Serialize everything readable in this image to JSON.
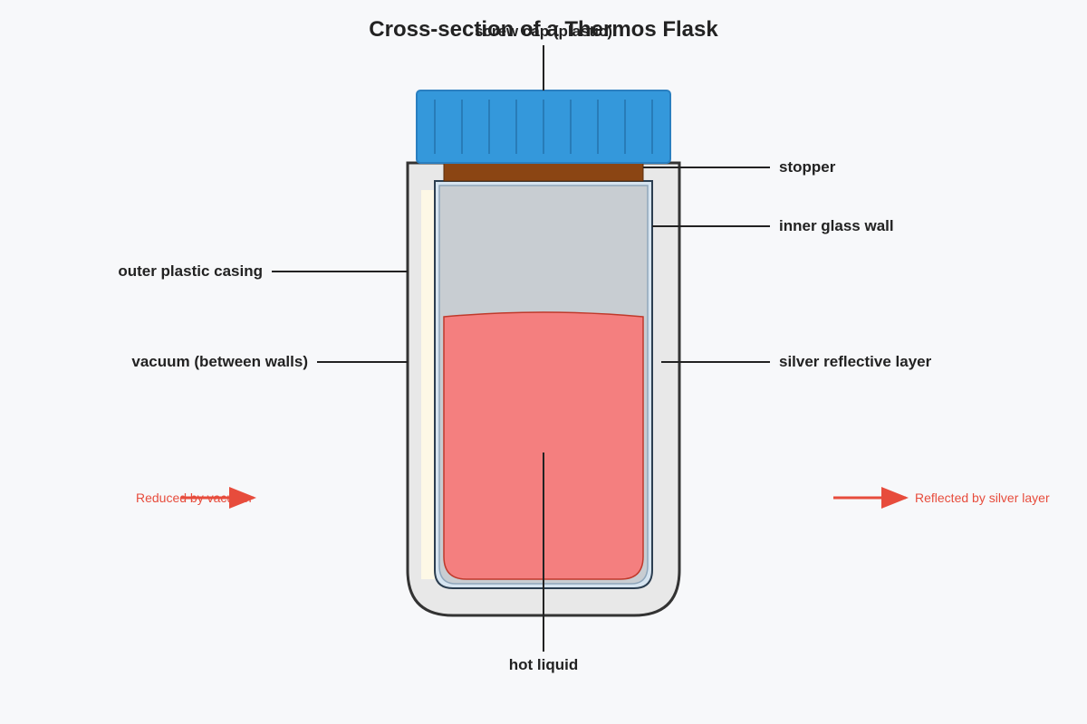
{
  "title": "Cross-section of a Thermos Flask",
  "labels": {
    "screw_cap": "screw cap (plastic)",
    "stopper": "stopper",
    "inner_glass_wall": "inner glass wall",
    "outer_casing": "outer plastic casing",
    "vacuum": "vacuum (between walls)",
    "silver_layer": "silver reflective layer",
    "hot_liquid": "hot liquid"
  },
  "notes": {
    "left": "Reduced by vacuum",
    "right": "Reflected by silver layer"
  },
  "colors": {
    "background": "#f7f8fa",
    "cap": "#3498db",
    "cap_border": "#2a7fc0",
    "stopper": "#8b4513",
    "outer_casing": "#e8e8e8",
    "outline": "#333333",
    "inner_wall": "#d6e4f0",
    "air_space": "#c8cdd2",
    "liquid": "#f47f7f",
    "liquid_edge": "#c0392b",
    "vacuum_strip": "#fdf8e6",
    "arrow": "#e74c3c"
  }
}
